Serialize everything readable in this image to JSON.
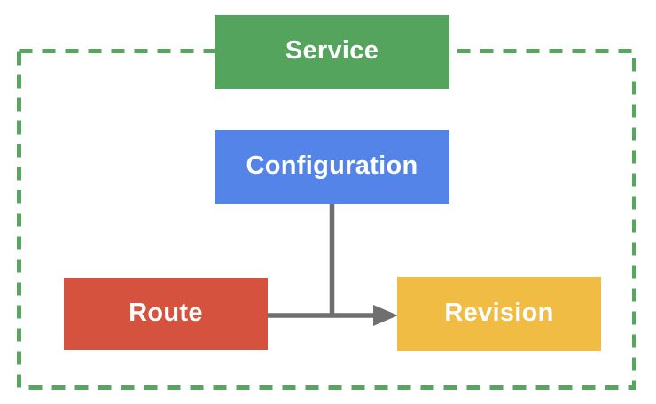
{
  "diagram": {
    "type": "flowchart",
    "nodes": {
      "service": {
        "label": "Service",
        "fill": "#55A45E"
      },
      "configuration": {
        "label": "Configuration",
        "fill": "#5584E9"
      },
      "route": {
        "label": "Route",
        "fill": "#D5523F"
      },
      "revision": {
        "label": "Revision",
        "fill": "#F0BC43"
      }
    },
    "edges": [
      {
        "from": "configuration",
        "to": "route-revision-connector",
        "arrowhead": false,
        "style": "solid"
      },
      {
        "from": "route",
        "to": "revision",
        "arrowhead": true,
        "style": "solid"
      }
    ],
    "boundary": {
      "shape": "rectangle",
      "style": "dashed",
      "encloses": [
        "configuration",
        "route",
        "revision"
      ],
      "straddles": [
        "service"
      ]
    },
    "colors": {
      "boundary": "#57A660",
      "connector": "#6F6F6F",
      "node_text": "#FFFFFF",
      "background": "#FFFFFF"
    }
  }
}
